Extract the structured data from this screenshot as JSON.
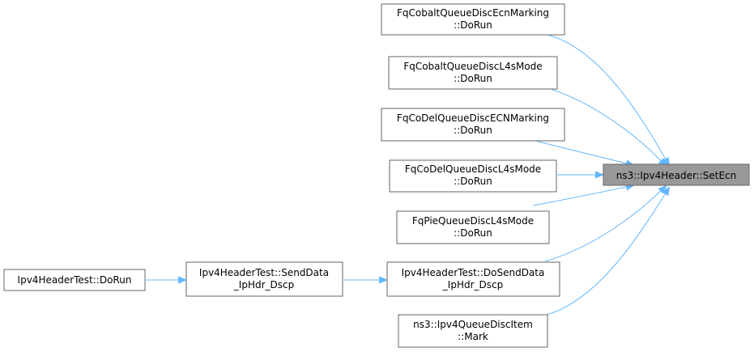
{
  "graph": {
    "target": {
      "label": "ns3::Ipv4Header::SetEcn"
    },
    "nodes": [
      {
        "id": "fq-cobalt-ecn",
        "lines": [
          "FqCobaltQueueDiscEcnMarking",
          "::DoRun"
        ]
      },
      {
        "id": "fq-cobalt-l4s",
        "lines": [
          "FqCobaltQueueDiscL4sMode",
          "::DoRun"
        ]
      },
      {
        "id": "fq-codel-ecn",
        "lines": [
          "FqCoDelQueueDiscECNMarking",
          "::DoRun"
        ]
      },
      {
        "id": "fq-codel-l4s",
        "lines": [
          "FqCoDelQueueDiscL4sMode",
          "::DoRun"
        ]
      },
      {
        "id": "fq-pie-l4s",
        "lines": [
          "FqPieQueueDiscL4sMode",
          "::DoRun"
        ]
      },
      {
        "id": "ipv4-dosenddata",
        "lines": [
          "Ipv4HeaderTest::DoSendData",
          "_IpHdr_Dscp"
        ]
      },
      {
        "id": "ipv4-queuedisc-mark",
        "lines": [
          "ns3::Ipv4QueueDiscItem",
          "::Mark"
        ]
      },
      {
        "id": "ipv4-senddata",
        "lines": [
          "Ipv4HeaderTest::SendData",
          "_IpHdr_Dscp"
        ]
      },
      {
        "id": "ipv4-dorun",
        "lines": [
          "Ipv4HeaderTest::DoRun"
        ]
      }
    ],
    "edges": [
      {
        "from": "fq-cobalt-ecn",
        "to": "target"
      },
      {
        "from": "fq-cobalt-l4s",
        "to": "target"
      },
      {
        "from": "fq-codel-ecn",
        "to": "target"
      },
      {
        "from": "fq-codel-l4s",
        "to": "target"
      },
      {
        "from": "fq-pie-l4s",
        "to": "target"
      },
      {
        "from": "ipv4-dosenddata",
        "to": "target"
      },
      {
        "from": "ipv4-queuedisc-mark",
        "to": "target"
      },
      {
        "from": "ipv4-senddata",
        "to": "ipv4-dosenddata"
      },
      {
        "from": "ipv4-dorun",
        "to": "ipv4-senddata"
      }
    ]
  }
}
